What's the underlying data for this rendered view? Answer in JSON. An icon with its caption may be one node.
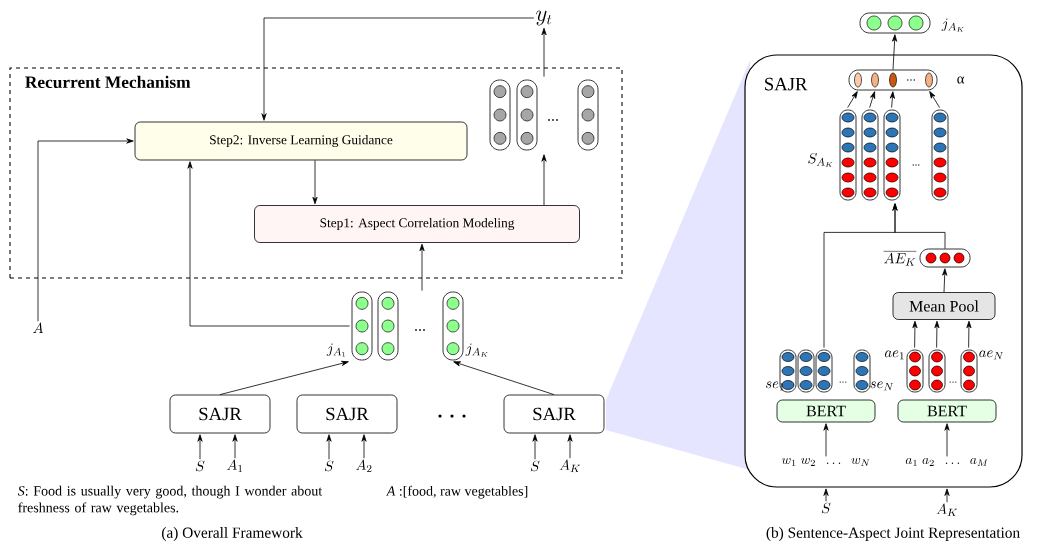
{
  "diagram": {
    "nodes": [
      {
        "text": [
          "Recurrent Mechanism"
        ]
      },
      {
        "text": [
          "Step2: Inverse Learning Guidance"
        ],
        "in": 0
      },
      {
        "text": [
          "Step1: Aspect Correlation Modeling"
        ],
        "in": 0
      },
      {
        "text": [],
        "shape": "bar",
        "in": 0
      },
      {
        "text": [
          "y_t"
        ]
      },
      {
        "text": [
          "A"
        ]
      },
      {
        "text": [],
        "shape": "bar",
        "beside": [
          "j_{A_1}",
          "j_{A_K}"
        ]
      },
      {
        "text": [
          "SAJR"
        ]
      },
      {
        "text": [
          "SAJR"
        ]
      },
      {
        "text": [
          "SAJR"
        ]
      },
      {
        "text": [
          "S"
        ]
      },
      {
        "text": [
          "A_1"
        ]
      },
      {
        "text": [
          "S"
        ]
      },
      {
        "text": [
          "A_2"
        ]
      },
      {
        "text": [
          "S"
        ]
      },
      {
        "text": [
          "A_K"
        ]
      },
      {
        "text": [
          "SAJR"
        ]
      },
      {
        "text": [],
        "shape": "bar",
        "beside": [
          "j_{A_K}"
        ]
      },
      {
        "text": [],
        "shape": "bar",
        "in": 16,
        "beside": [
          "α"
        ]
      },
      {
        "text": [],
        "shape": "bar",
        "in": 16,
        "beside": [
          "S_{A_K}"
        ]
      },
      {
        "text": [],
        "shape": "bar",
        "in": 16,
        "beside": [
          "\\overline{AE_K}"
        ]
      },
      {
        "text": [
          "Mean Pool"
        ],
        "in": 16
      },
      {
        "text": [],
        "shape": "bar",
        "in": 16,
        "beside": [
          "se_1",
          "se_N"
        ]
      },
      {
        "text": [],
        "shape": "bar",
        "in": 16,
        "beside": [
          "ae_1",
          "ae_N"
        ]
      },
      {
        "text": [
          "BERT"
        ],
        "in": 16
      },
      {
        "text": [
          "BERT"
        ],
        "in": 16
      },
      {
        "text": [
          "w_1\\;w_2\\;\\;\\ldots\\;\\;w_N"
        ],
        "in": 16
      },
      {
        "text": [
          "a_1\\;a_2\\;\\;\\ldots\\;\\;a_M"
        ],
        "in": 16
      },
      {
        "text": [
          "S"
        ]
      },
      {
        "text": [
          "A_K"
        ]
      }
    ],
    "edges": [
      {
        "from": 4,
        "to": 1,
        "arrow": "to"
      },
      {
        "from": 5,
        "to": 1,
        "arrow": "to"
      },
      {
        "from": 6,
        "to": 1,
        "arrow": "to"
      },
      {
        "from": 6,
        "to": 2,
        "arrow": "to"
      },
      {
        "from": 1,
        "to": 2,
        "arrow": "to"
      },
      {
        "from": 2,
        "to": 3,
        "arrow": "to"
      },
      {
        "from": 3,
        "to": 4,
        "arrow": "to"
      },
      {
        "from": 7,
        "to": 6,
        "arrow": "to"
      },
      {
        "from": 9,
        "to": 6,
        "arrow": "to"
      },
      {
        "from": 10,
        "to": 7,
        "arrow": "to"
      },
      {
        "from": 11,
        "to": 7,
        "arrow": "to"
      },
      {
        "from": 12,
        "to": 8,
        "arrow": "to"
      },
      {
        "from": 13,
        "to": 8,
        "arrow": "to"
      },
      {
        "from": 14,
        "to": 9,
        "arrow": "to"
      },
      {
        "from": 15,
        "to": 9,
        "arrow": "to"
      },
      {
        "from": 18,
        "to": 17,
        "arrow": "to"
      },
      {
        "from": 19,
        "to": 18,
        "arrow": "to"
      },
      {
        "from": 19,
        "to": 18,
        "arrow": "to"
      },
      {
        "from": 19,
        "to": 18,
        "arrow": "to"
      },
      {
        "from": 19,
        "to": 18,
        "arrow": "to"
      },
      {
        "from": 22,
        "to": 19,
        "arrow": "to"
      },
      {
        "from": 20,
        "to": 19,
        "arrow": "to"
      },
      {
        "from": 21,
        "to": 20,
        "arrow": "to"
      },
      {
        "from": 23,
        "to": 21,
        "arrow": "to"
      },
      {
        "from": 23,
        "to": 21,
        "arrow": "to"
      },
      {
        "from": 23,
        "to": 21,
        "arrow": "to"
      },
      {
        "from": 26,
        "to": 24,
        "arrow": "to"
      },
      {
        "from": 27,
        "to": 25,
        "arrow": "to"
      },
      {
        "from": 28,
        "to": 16,
        "arrow": "to"
      },
      {
        "from": 29,
        "to": 16,
        "arrow": "to"
      }
    ],
    "labels": [
      "*S*: Food is usually very good, though I wonder about freshness of raw vegetables.",
      "*A* :[food, raw vegetables]",
      "(a) Overall Framework",
      "(b) Sentence-Aspect Joint Representation"
    ]
  }
}
